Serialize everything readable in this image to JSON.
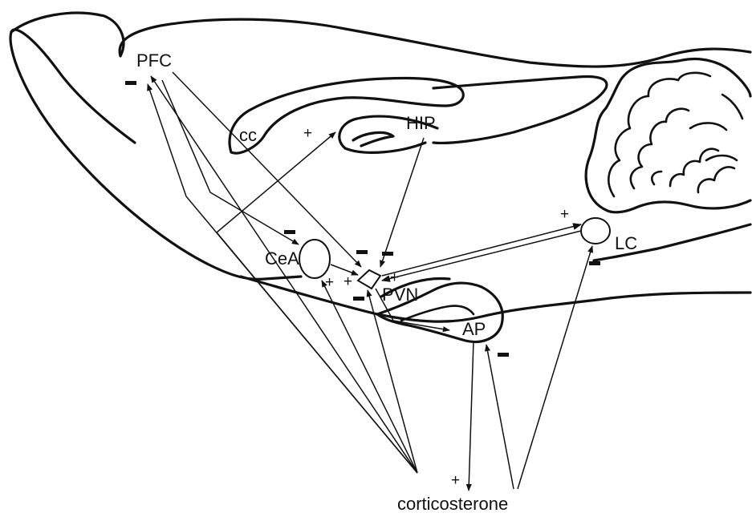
{
  "regions": {
    "pfc": "PFC",
    "cc": "cc",
    "hip": "HIP",
    "cea": "CeA",
    "pvn": "PVN",
    "lc": "LC",
    "ap": "AP"
  },
  "source": "corticosterone",
  "signs": {
    "plus": "+",
    "minus": "-"
  }
}
